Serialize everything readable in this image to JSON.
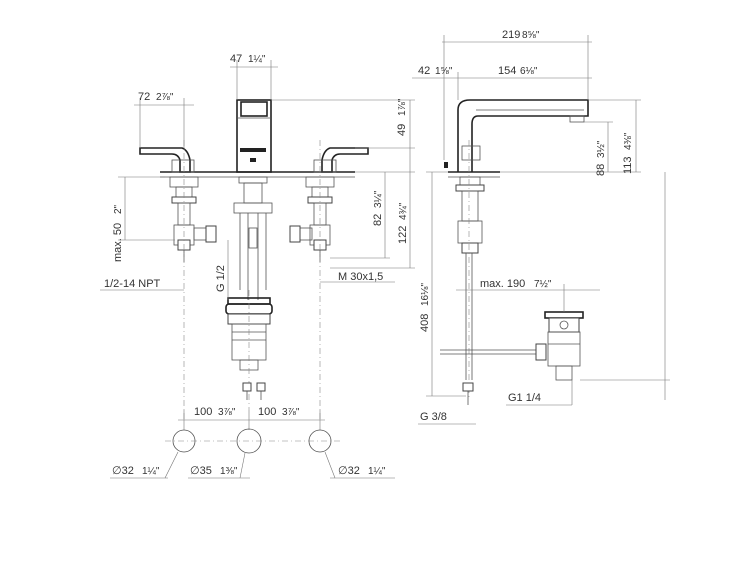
{
  "front_view": {
    "dims": {
      "spout_width": "47",
      "spout_width_in": "1¼\"",
      "handle_reach": "72",
      "handle_reach_in": "2⅞\"",
      "spout_height": "49",
      "spout_height_in": "1⅞\"",
      "shank_82": "82",
      "shank_82_in": "3¼\"",
      "shank_122": "122",
      "shank_122_in": "4¾\"",
      "max_50": "max. 50",
      "max_50_in": "2\"",
      "npt": "1/2-14 NPT",
      "g_half": "G 1/2",
      "m_thread": "M 30x1,5",
      "spacing_left": "100",
      "spacing_left_in": "3⅞\"",
      "spacing_right": "100",
      "spacing_right_in": "3⅞\"",
      "hole_left": "∅32",
      "hole_left_in": "1¼\"",
      "hole_center": "∅35",
      "hole_center_in": "1⅜\"",
      "hole_right": "∅32",
      "hole_right_in": "1¼\""
    }
  },
  "side_view": {
    "dims": {
      "total_reach": "219",
      "total_reach_in": "8⅝\"",
      "body_offset": "42",
      "body_offset_in": "1⅝\"",
      "spout_reach": "154",
      "spout_reach_in": "6⅛\"",
      "outlet_height": "88",
      "outlet_height_in": "3½\"",
      "total_height": "113",
      "total_height_in": "4⅜\"",
      "under_height": "408",
      "under_height_in": "16⅛\"",
      "rod_max": "max. 190",
      "rod_max_in": "7½\"",
      "g_38": "G 3/8",
      "g1_14": "G1 1/4"
    }
  }
}
